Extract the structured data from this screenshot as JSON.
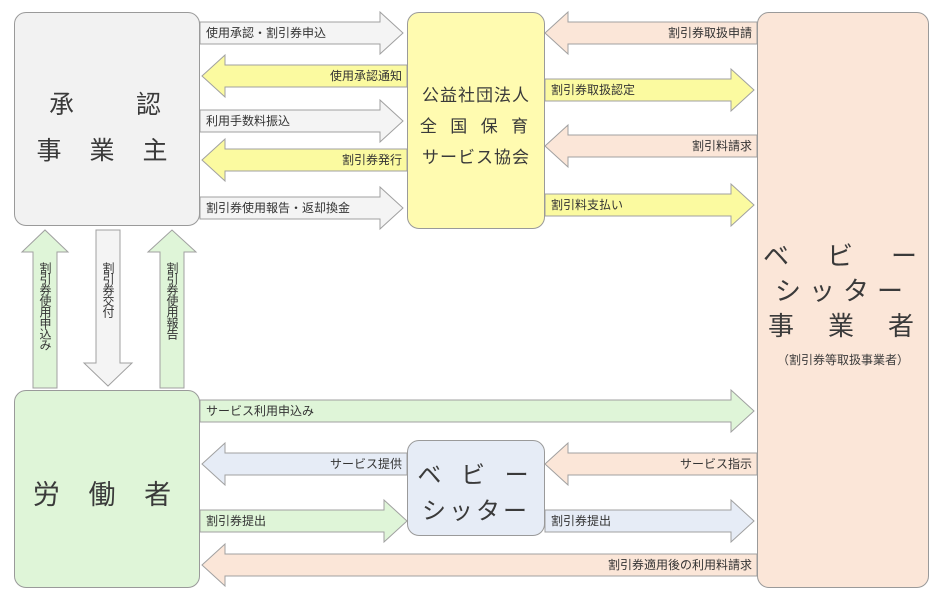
{
  "boxes": {
    "approved_employer": {
      "line1": "承　　認",
      "line2": "事 業 主"
    },
    "association": {
      "line1": "公益社団法人",
      "line2": "全 国 保 育",
      "line3": "サービス協会"
    },
    "babysitter_business": {
      "line1": "ベ　ビ　ー",
      "line2": "シッター",
      "line3": "事　業　者",
      "note": "（割引券等取扱事業者）"
    },
    "worker": {
      "label": "労 働 者"
    },
    "babysitter": {
      "line1": "ベ ビ ー",
      "line2": "シッター"
    }
  },
  "arrows": {
    "apply_usage_discount": "使用承認・割引券申込",
    "usage_approval_notice": "使用承認通知",
    "pay_usage_fee": "利用手数料振込",
    "issue_discount": "割引券発行",
    "report_return": "割引券使用報告・返却換金",
    "apply_handling": "割引券取扱申請",
    "handling_approval": "割引券取扱認定",
    "discount_fee_request": "割引料請求",
    "discount_fee_payment": "割引料支払い",
    "apply_use_vertical": "割引券使用申込み",
    "deliver_vertical": "割引券交付",
    "report_use_vertical": "割引券使用報告",
    "service_apply": "サービス利用申込み",
    "service_provide": "サービス提供",
    "service_instruction": "サービス指示",
    "submit_discount_worker": "割引券提出",
    "submit_discount_sitter": "割引券提出",
    "fee_after_discount": "割引券適用後の利用料請求"
  },
  "colors": {
    "gray_fill": "#f2f2f2",
    "yellow_fill": "#fffbb0",
    "yellow_arrow": "#fbfaa0",
    "peach_fill": "#fbe6d8",
    "green_fill": "#dff5d8",
    "blue_fill": "#e6ecf6",
    "outline": "#9a9a9a"
  }
}
